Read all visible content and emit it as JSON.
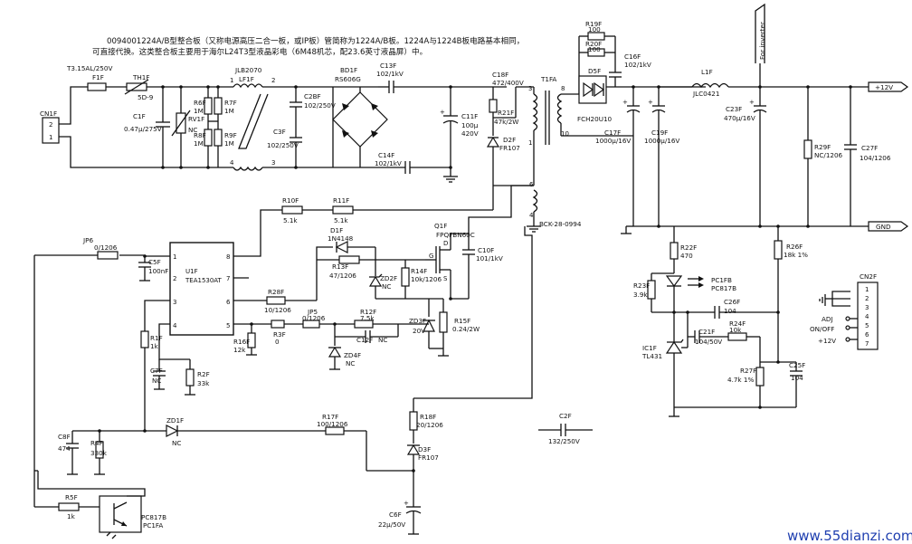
{
  "header": {
    "line1": "0094001224A/B型整合板（又称电源高压二合一板，或IP板）管简称为1224A/B板。1224A与1224B板电路基本相同，",
    "line2": "可直接代换。这类整合板主要用于海尔L24T3型液晶彩电（6M48机芯，配23.6英寸液晶屏）中。"
  },
  "labels": {
    "fuse": "T3.15AL/250V",
    "f1f": "F1F",
    "th1f": "TH1F",
    "th1f_v": "5D-9",
    "cn1f": "CN1F",
    "cn1f_p2": "2",
    "cn1f_p1": "1",
    "c1f": "C1F",
    "c1f_v": "0.47μ/275V",
    "rv1f": "RV1F",
    "rv1f_v": "NC",
    "r6f": "R6F",
    "r6f_v": "1M",
    "r7f": "R7F",
    "r7f_v": "1M",
    "r8f": "R8F",
    "r8f_v": "1M",
    "r9f": "R9F",
    "r9f_v": "1M",
    "lf1f_a": "JLB2070",
    "lf1f_b": "LF1F",
    "lf1f_p1": "1",
    "lf1f_p2": "2",
    "lf1f_p3": "3",
    "lf1f_p4": "4",
    "c2bf": "C2BF",
    "c2bf_v": "102/250V",
    "c3f": "C3F",
    "c3f_v": "102/250V",
    "bd1f": "BD1F",
    "bd1f_v": "RS606G",
    "c13f": "C13F",
    "c13f_v": "102/1kV",
    "c14f": "C14F",
    "c14f_v": "102/1kV",
    "c11f": "C11F",
    "c11f_v1": "100μ",
    "c11f_v2": "420V",
    "c18f": "C18F",
    "c18f_v": "472/400V",
    "r21f": "R21F",
    "r21f_v": "47k/2W",
    "d2f": "D2F",
    "d2f_v": "FR107",
    "t1fa": "T1FA",
    "t_p3": "3",
    "t_p1": "1",
    "t_p8": "8",
    "t_p10": "10",
    "t_p6": "6",
    "t_p4": "4",
    "bck": "BCK-28-0994",
    "r19f": "R19F",
    "r19f_v": "100",
    "r20f": "R20F",
    "r20f_v": "100",
    "c16f": "C16F",
    "c16f_v": "102/1kV",
    "d5f": "D5F",
    "d5f_v": "FCH20U10",
    "c17f": "C17F",
    "c17f_v": "1000μ/16V",
    "c19f": "C19F",
    "c19f_v": "1000μ/16V",
    "l1f": "L1F",
    "l1f_v": "JLC0421",
    "c23f": "C23F",
    "c23f_v": "470μ/16V",
    "for_inverter": "For inverter",
    "r29f": "R29F",
    "r29f_v": "NC/1206",
    "c27f": "C27F",
    "c27f_v": "104/1206",
    "out12": "+12V",
    "gnd": "GND",
    "r10f": "R10F",
    "r10f_v": "5.1k",
    "r11f": "R11F",
    "r11f_v": "5.1k",
    "u1f": "U1F",
    "u1f_v": "TEA1530AT",
    "u_p8": "8",
    "u_p7": "7",
    "u_p6": "6",
    "u_p5": "5",
    "u_p1": "1",
    "u_p2": "2",
    "u_p3": "3",
    "u_p4": "4",
    "jp6": "JP6",
    "jp6_v": "0/1206",
    "c5f": "C5F",
    "c5f_v": "100nF",
    "d1f": "D1F",
    "d1f_v": "1N4148",
    "r13f": "R13F",
    "r13f_v": "47/1206",
    "zd2f": "ZD2F",
    "zd2f_v": "NC",
    "r14f": "R14F",
    "r14f_v": "10k/1206",
    "q1f": "Q1F",
    "q1f_v": "FPQFBN60C",
    "q_d": "D",
    "q_g": "G",
    "q_s": "S",
    "c10f": "C10F",
    "c10f_v": "101/1kV",
    "r28f": "R28F",
    "r28f_v": "10/1206",
    "jp5": "JP5",
    "jp5_v": "0/1206",
    "r12f": "R12F",
    "r12f_v": "7.5k",
    "zd3f": "ZD3F",
    "zd3f_v": "20V",
    "r15f": "R15F",
    "r15f_v": "0.24/2W",
    "r3f": "R3F",
    "r3f_v": "0",
    "r16f": "R16F",
    "r16f_v": "12k",
    "c12f": "C12F",
    "c12f_v": "NC",
    "zd4f": "ZD4F",
    "zd4f_v": "NC",
    "r1f": "R1F",
    "r1f_v": "1k",
    "c7f": "C7F",
    "c7f_v": "NC",
    "r2f": "R2F",
    "r2f_v": "33k",
    "c8f": "C8F",
    "c8f_v": "474",
    "r4f": "R4F",
    "r4f_v": "330k",
    "zd1f": "ZD1F",
    "zd1f_v": "NC",
    "r17f": "R17F",
    "r17f_v": "100/1206",
    "r18f": "R18F",
    "r18f_v": "20/1206",
    "d3f": "D3F",
    "d3f_v": "FR107",
    "r5f": "R5F",
    "r5f_v": "1k",
    "pc817b_a": "PC817B",
    "pc1fa": "PC1FA",
    "c6f": "C6F",
    "c6f_v": "22μ/50V",
    "c2f": "C2F",
    "c2f_v": "132/250V",
    "r22f": "R22F",
    "r22f_v": "470",
    "pc1fb": "PC1FB",
    "pc1fb_v": "PC817B",
    "r23f": "R23F",
    "r23f_v": "3.9k",
    "c26f": "C26F",
    "c26f_v": "104",
    "c21f": "C21F",
    "c21f_v": "104/50V",
    "r24f": "R24F",
    "r24f_v": "10k",
    "ic1f": "IC1F",
    "ic1f_v": "TL431",
    "r26f": "R26F",
    "r26f_v": "18k 1%",
    "r27f": "R27F",
    "r27f_v": "4.7k 1%",
    "c25f": "C25F",
    "c25f_v": "104",
    "cn2f": "CN2F",
    "cn2_p1": "1",
    "cn2_p2": "2",
    "cn2_p3": "3",
    "cn2_p4": "4",
    "cn2_p5": "5",
    "cn2_p6": "6",
    "cn2_p7": "7",
    "adj": "ADJ",
    "onoff": "ON/OFF",
    "p12": "+12V"
  },
  "watermark": "www.55dianzi.com"
}
